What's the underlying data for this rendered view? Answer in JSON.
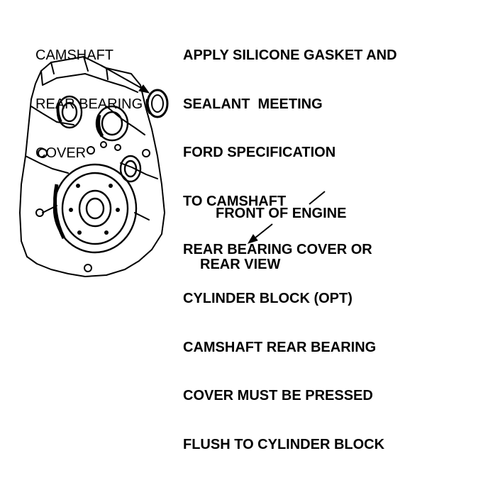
{
  "part_label": {
    "lines": [
      "CAMSHAFT",
      "REAR BEARING",
      "COVER"
    ]
  },
  "instructions": {
    "lines": [
      "APPLY SILICONE GASKET AND",
      "SEALANT  MEETING",
      "FORD SPECIFICATION",
      "TO CAMSHAFT",
      "REAR BEARING COVER OR",
      "CYLINDER BLOCK (OPT)",
      "CAMSHAFT REAR BEARING",
      "COVER MUST BE PRESSED",
      "FLUSH TO CYLINDER BLOCK"
    ]
  },
  "direction_label": "FRONT OF ENGINE",
  "view_label": "REAR VIEW",
  "colors": {
    "ink": "#000000",
    "paper": "#ffffff"
  }
}
